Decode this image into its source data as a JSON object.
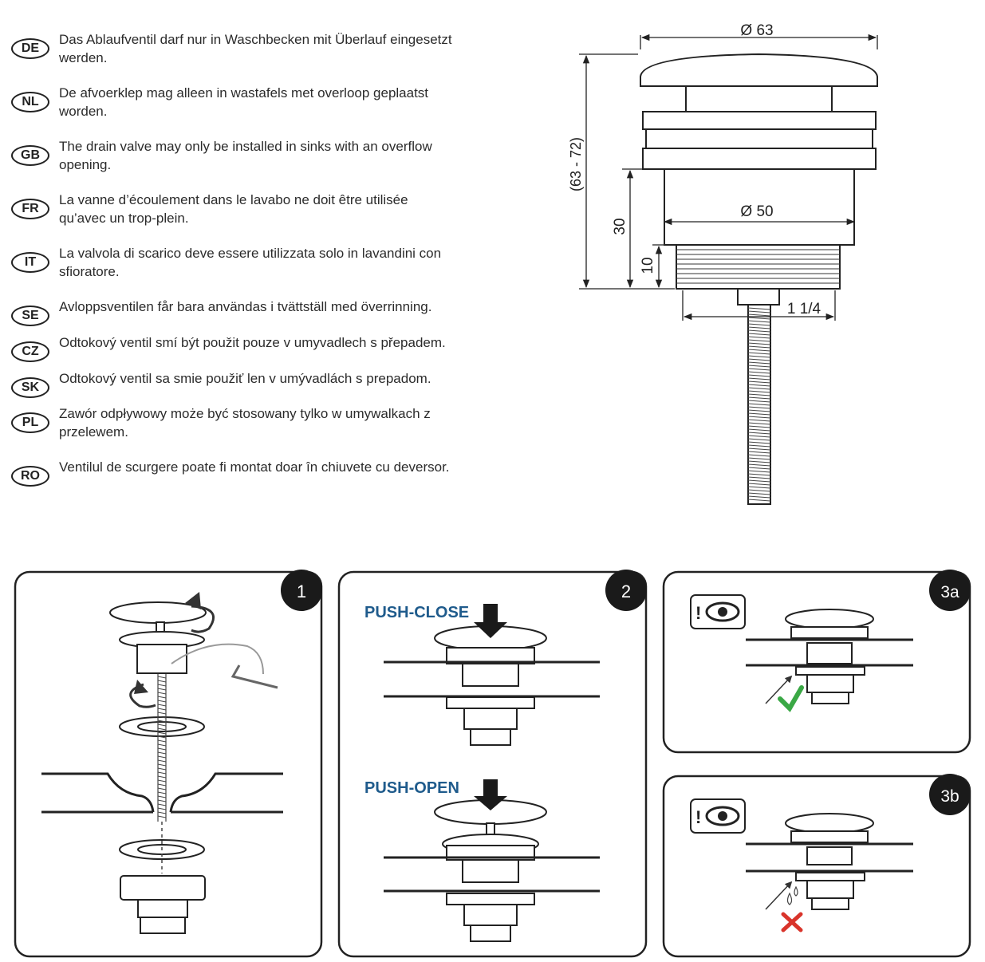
{
  "languages": [
    {
      "code": "DE",
      "text": "Das Ablaufventil darf nur in Waschbecken mit Überlauf eingesetzt werden."
    },
    {
      "code": "NL",
      "text": "De afvoerklep mag alleen in wastafels met overloop geplaatst worden."
    },
    {
      "code": "GB",
      "text": "The drain valve may only be installed in sinks with an overflow opening."
    },
    {
      "code": "FR",
      "text": "La vanne d’écoulement dans le lavabo ne doit être utilisée qu’avec un trop-plein."
    },
    {
      "code": "IT",
      "text": "La valvola di scarico deve essere utilizzata solo in lavandini con sfioratore."
    },
    {
      "code": "SE",
      "text": "Avloppsventilen får bara användas i tvättställ med överrinning."
    },
    {
      "code": "CZ",
      "text": "Odtokový ventil smí být použit pouze v umyvadlech s přepadem."
    },
    {
      "code": "SK",
      "text": "Odtokový ventil sa smie použiť len v umývadlách s prepadom."
    },
    {
      "code": "PL",
      "text": "Zawór odpływowy może być stosowany tylko w umywalkach z przelewem."
    },
    {
      "code": "RO",
      "text": "Ventilul de scurgere poate fi montat doar în chiuvete cu deversor."
    }
  ],
  "dimensions": {
    "top_diameter": "Ø 63",
    "body_diameter": "Ø 50",
    "height_range": "(63 - 72)",
    "body_height": "30",
    "thread_height": "10",
    "thread_size": "1 1/4"
  },
  "panels": {
    "p1": {
      "number": "1"
    },
    "p2": {
      "number": "2",
      "push_close": "PUSH-CLOSE",
      "push_open": "PUSH-OPEN"
    },
    "p3a": {
      "number": "3a"
    },
    "p3b": {
      "number": "3b"
    }
  },
  "icons": {
    "inspect": "eye-warning-icon",
    "ok": "check-icon",
    "fail": "cross-icon",
    "rotate": "rotate-arrow-icon",
    "press": "down-arrow-icon"
  },
  "colors": {
    "label_blue": "#1f5b8c",
    "check_green": "#3aa845",
    "cross_red": "#d9342b",
    "badge_black": "#1a1a1a"
  }
}
